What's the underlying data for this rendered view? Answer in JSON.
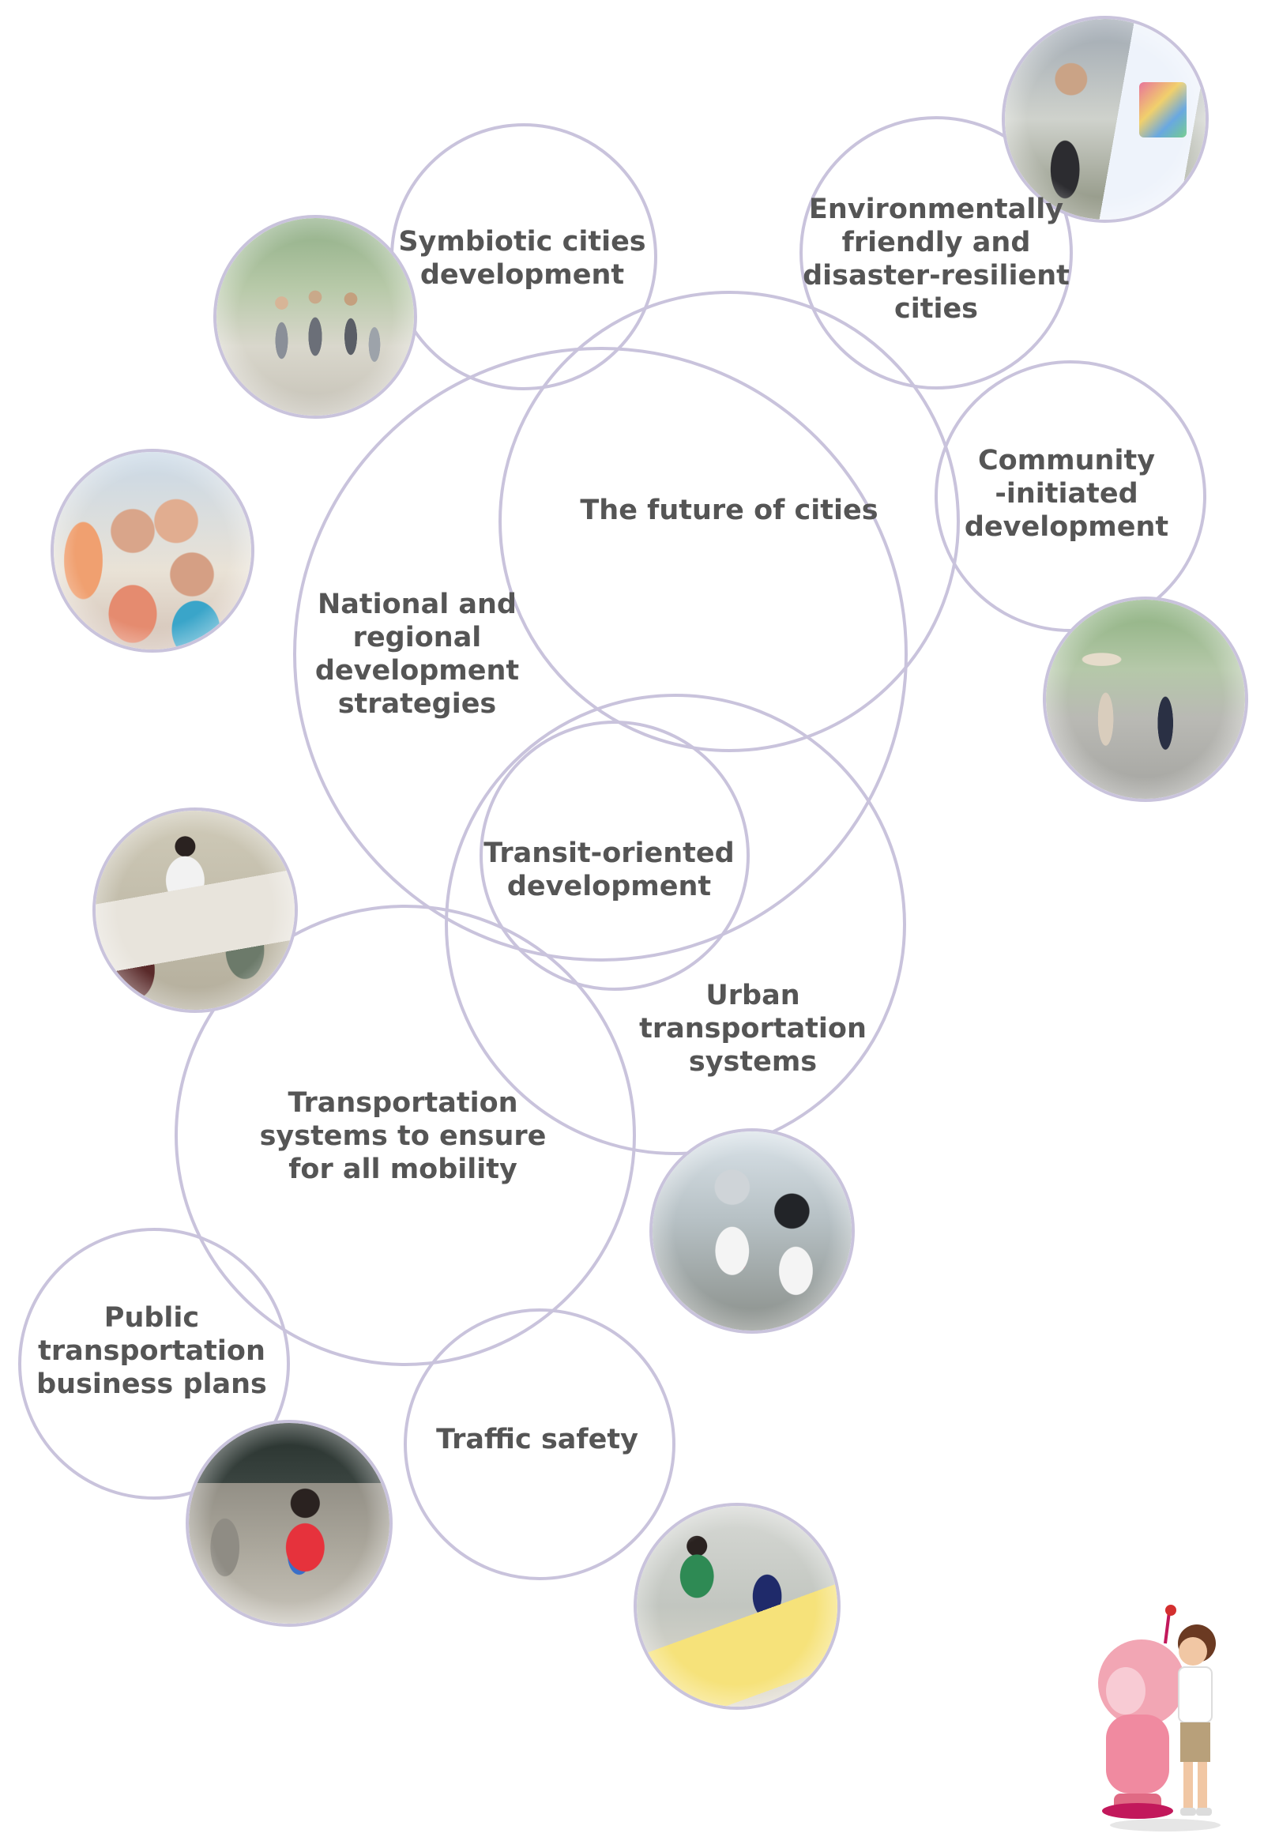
{
  "labels": {
    "symbiotic": "Symbiotic cities\ndevelopment",
    "environment": "Environmentally\nfriendly and\ndisaster-resilient\ncities",
    "community": "Community\n-initiated\ndevelopment",
    "future": "The future of cities",
    "national": "National and\nregional\ndevelopment\nstrategies",
    "tod": "Transit-oriented\ndevelopment",
    "urban": "Urban\ntransportation\nsystems",
    "mobility": "Transportation\nsystems to ensure\nfor all mobility",
    "public": "Public\ntransportation\nbusiness plans",
    "safety": "Traffic safety"
  },
  "photos": [
    {
      "name": "photo-group-walking",
      "desc": "people-walking"
    },
    {
      "name": "photo-sign-holder",
      "desc": "person-with-drawing"
    },
    {
      "name": "photo-children",
      "desc": "children-smiling"
    },
    {
      "name": "photo-street-crossing",
      "desc": "street-crossing"
    },
    {
      "name": "photo-workshop",
      "desc": "workshop-table"
    },
    {
      "name": "photo-helmet-students",
      "desc": "students-helmets"
    },
    {
      "name": "photo-reading",
      "desc": "people-reading"
    },
    {
      "name": "photo-kids-drawing",
      "desc": "kids-drawing"
    }
  ],
  "colors": {
    "circle_stroke": "#c9c3dc",
    "label_text": "#555555"
  }
}
